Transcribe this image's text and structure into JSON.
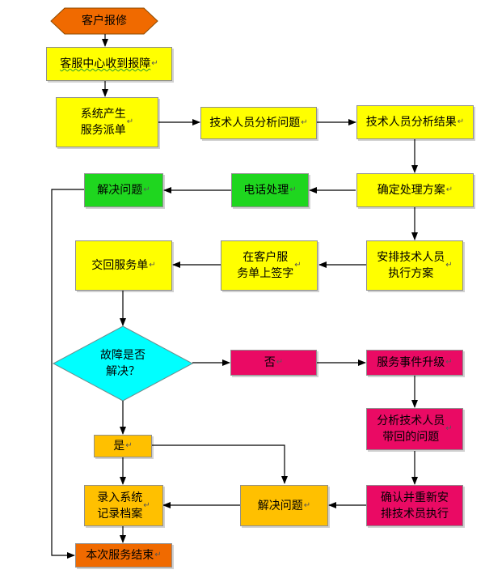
{
  "nodes": {
    "start": "客户报修",
    "service_center": "客服中心收到报障",
    "dispatch": "系统产生\n服务派单",
    "tech_analyze": "技术人员分析问题",
    "tech_result": "技术人员分析结果",
    "confirm_plan": "确定处理方案",
    "phone": "电话处理",
    "solve_top": "解决问题",
    "arrange": "安排技术人员\n执行方案",
    "sign": "在客户服\n务单上签字",
    "return_form": "交回服务单",
    "decision": "故障是否\n解决？",
    "no": "否",
    "escalate": "服务事件升级",
    "analyze_bring": "分析技术人员\n带回的问题",
    "yes": "是",
    "record": "录入系统\n记录档案",
    "solve_bottom": "解决问题",
    "confirm_rearrange": "确认并重新安\n排技术员执行",
    "end": "本次服务结束"
  },
  "colors": {
    "yellow": "#ffff00",
    "green": "#1fd61f",
    "cyan": "#00ffff",
    "pink": "#ea0a64",
    "orange": "#ffc000",
    "start_red": "#f06a00"
  }
}
